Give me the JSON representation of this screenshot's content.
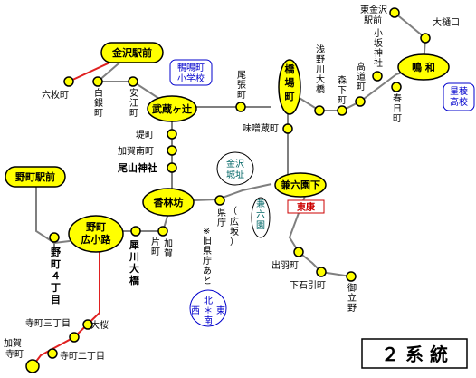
{
  "title": "２ 系 統",
  "colors": {
    "route": "#7f7f7f",
    "branch": "#e02020",
    "stop": "#ffff00",
    "stop_outline": "#000000",
    "blue": "#0000cc",
    "teal": "#006666"
  },
  "terminals": {
    "kanazawa_station": "金沢駅前",
    "nomachi_station": "野町駅前",
    "narawa": "鳴 和",
    "musashigatsuji": "武蔵ヶ辻",
    "korinbo": "香林坊",
    "nomachi_hirokoji": "野町\n広小路",
    "kenrokuen_shita": "兼六園下",
    "hashiba": "橋場町"
  },
  "stops": {
    "rokumaicho": "六枚町",
    "shiroganecho": "白銀町",
    "yasuecho": "安江町",
    "tsutsumicho": "堤町",
    "kaga_minamimachi": "加賀南町",
    "oyamajinja": "尾山神社",
    "owaricho": "尾張町",
    "asanogawa_ohashi": "浅野川大橋",
    "morishita": "森下町",
    "takamichi": "高道町",
    "kosakajinja": "小坂神社",
    "kasuga": "春日町",
    "higashikanazawa": "東金沢駅前",
    "ohiguchi": "大樋口",
    "mishokura": "味噌蔵町",
    "kencho": "県庁",
    "hirosaka": "（広坂）",
    "moto_kencho": "※旧県庁あと",
    "demachi": "出羽町",
    "shimo_ishibiki": "下石引町",
    "otachino": "御立野",
    "katamachi": "片町",
    "kaga": "加賀",
    "saigawa_ohashi": "犀川大橋",
    "nomachi4": "野町\n４\n丁\n目",
    "teramachi3": "寺町三丁目",
    "teramachi2": "寺町二丁目",
    "ozakura": "大桜",
    "kaga_teramachi": "加賀\n寺町"
  },
  "landmarks": {
    "kenrokuen": "兼\n六\n園",
    "kanazawa_castle": "金沢\n城址",
    "kenroku_label": "東康",
    "kenhoku_school": "鴨鳴町\n小学校",
    "seiryo_school": "星稜\n高校"
  },
  "compass": {
    "north": "北",
    "south": "南",
    "east": "東",
    "west": "西"
  }
}
